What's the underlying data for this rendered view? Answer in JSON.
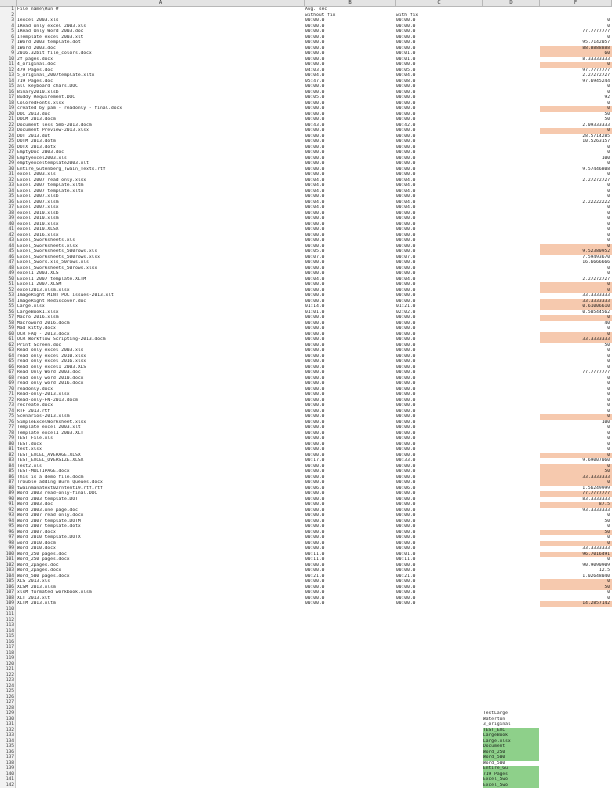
{
  "columns": [
    "A",
    "B",
    "C",
    "D",
    "F"
  ],
  "header_row1": {
    "a": "File name\\Run #",
    "b": "Avg. sec",
    "c": "",
    "d": "",
    "f": ""
  },
  "header_row2": {
    "a": "",
    "b": "without fix",
    "c": "with fix",
    "d": "",
    "f": ""
  },
  "rows": [
    [
      "1excel 2003.xls",
      "00:00.0",
      "00:00.0",
      "",
      "0"
    ],
    [
      "1Read only excel 2003.xls",
      "00:00.0",
      "00:00.0",
      "",
      "0"
    ],
    [
      "1Read Only Word 2003.doc",
      "00:00.0",
      "00:00.0",
      "",
      "77.7777777"
    ],
    [
      "1Template excel 2003.xlt",
      "00:00.0",
      "00:00.0",
      "",
      "0"
    ],
    [
      "1Word 2003 template.dot",
      "00:00.0",
      "00:00.0",
      "",
      "95.7142057"
    ],
    [
      "1Word 2003.doc",
      "00:00.0",
      "00:00.0",
      "",
      "88.8888888"
    ],
    [
      "2016.32bit file_colors.docx",
      "00:00.0",
      "00:01.0",
      "",
      "60"
    ],
    [
      "2f pages.docx",
      "00:00.0",
      "00:01.0",
      "",
      "8.33333333"
    ],
    [
      "4_original.doc",
      "00:00.0",
      "00:00.0",
      "",
      "0"
    ],
    [
      "479 Pages.doc",
      "04:03.0",
      "00:05.0",
      "",
      "97.7777777"
    ],
    [
      "5_original_2007template.xltx",
      "00:04.0",
      "00:04.0",
      "",
      "2.27272727"
    ],
    [
      "719 Pages.doc",
      "05:47.0",
      "00:08.0",
      "",
      "97.6945244"
    ],
    [
      "all keyboard chars.DOC",
      "00:00.0",
      "00:00.0",
      "",
      "0"
    ],
    [
      "Binary2010.xlsb",
      "00:00.0",
      "00:00.0",
      "",
      "0"
    ],
    [
      "Buddy Requirement.DOC",
      "00:05.0",
      "00:00.0",
      "",
      "92"
    ],
    [
      "ColoredFonts.xlsx",
      "00:00.0",
      "00:00.0",
      "",
      "0"
    ],
    [
      "created by pam - readonly - final.docx",
      "00:00.0",
      "00:00.0",
      "",
      "0"
    ],
    [
      "DOC 2013.doc",
      "00:00.0",
      "00:00.0",
      "",
      "50"
    ],
    [
      "DOCM 2013.docm",
      "00:00.0",
      "00:00.0",
      "",
      "50"
    ],
    [
      "Document less 5mb-2013.docm",
      "00:43.0",
      "00:42.0",
      "",
      "2.09333333"
    ],
    [
      "Document Preview-2013.xlsx",
      "00:00.0",
      "00:00.0",
      "",
      "0"
    ],
    [
      "DOT 2013.dot",
      "00:00.0",
      "00:00.0",
      "",
      "28.5714285"
    ],
    [
      "DOTM 2013.dotm",
      "00:00.0",
      "00:00.0",
      "",
      "10.5263157"
    ],
    [
      "DOTX 2013.dotx",
      "00:00.0",
      "00:00.0",
      "",
      "0"
    ],
    [
      "EmptyDoc 2003.doc",
      "00:00.0",
      "00:00.0",
      "",
      "0"
    ],
    [
      "Emptyexcel2003.xls",
      "00:00.0",
      "00:00.0",
      "",
      "100"
    ],
    [
      "emptyexceltemplate2003.xlt",
      "00:00.0",
      "00:00.0",
      "",
      "0"
    ],
    [
      "Entire_Gutenberg_Twain_Texts.rtf",
      "00:00.0",
      "00:00.0",
      "",
      "9.57446808"
    ],
    [
      "excel 2003.xls",
      "00:00.0",
      "00:00.0",
      "",
      "0"
    ],
    [
      "Excel 2007 read only.xlsx",
      "00:04.0",
      "00:04.0",
      "",
      "2.27272727"
    ],
    [
      "Excel 2007 template.xltm",
      "00:04.0",
      "00:04.0",
      "",
      "0"
    ],
    [
      "Excel 2007 template.xltx",
      "00:04.0",
      "00:04.0",
      "",
      "0"
    ],
    [
      "Excel 2007.xlsb",
      "00:00.0",
      "00:00.0",
      "",
      "0"
    ],
    [
      "Excel 2007.xlsm",
      "00:04.0",
      "00:04.0",
      "",
      "2.22222222"
    ],
    [
      "Excel 2007.xlsx",
      "00:04.0",
      "00:04.0",
      "",
      "0"
    ],
    [
      "excel 2010.xlsb",
      "00:00.0",
      "00:00.0",
      "",
      "0"
    ],
    [
      "excel 2010.xlsm",
      "00:00.0",
      "00:00.0",
      "",
      "0"
    ],
    [
      "excel 2010.xlsx",
      "00:00.0",
      "00:00.0",
      "",
      "0"
    ],
    [
      "excel 2010.XLSX",
      "00:00.0",
      "00:00.0",
      "",
      "0"
    ],
    [
      "excel 2016.xlsx",
      "00:00.0",
      "00:00.0",
      "",
      "0"
    ],
    [
      "Excel_5worksheets.xls",
      "00:00.0",
      "00:00.0",
      "",
      "0"
    ],
    [
      "Excel_5worksheets.xlsx",
      "00:00.0",
      "00:00.0",
      "",
      "0"
    ],
    [
      "Excel_5worksheets_500rows.xls",
      "00:05.0",
      "00:00.0",
      "",
      "9.52380952"
    ],
    [
      "Excel_5worksheets_500rows.xlsx",
      "00:07.0",
      "00:07.0",
      "",
      "7.59493670"
    ],
    [
      "Excel_5wors.xls_50rows.xls",
      "00:00.0",
      "00:00.0",
      "",
      "16.6666666"
    ],
    [
      "Excel_5worksheets_50rows.xlsx",
      "00:00.0",
      "00:00.0",
      "",
      "0"
    ],
    [
      "excel1 2003.XLS",
      "00:00.0",
      "00:00.0",
      "",
      "0"
    ],
    [
      "Excel1 2007 template.XLTM",
      "00:04.0",
      "00:04.0",
      "",
      "2.27272727"
    ],
    [
      "Excel1 2007.XLSM",
      "00:00.0",
      "00:00.0",
      "",
      "0"
    ],
    [
      "excel2013.xlsm.xlsx",
      "00:00.0",
      "00:00.0",
      "",
      "0"
    ],
    [
      "ImageRight MINT POC issues-2013.xlt",
      "00:00.0",
      "00:00.0",
      "",
      "33.3333333"
    ],
    [
      "ImageRight Rediscover.doc",
      "00:00.0",
      "00:00.0",
      "",
      "33.3333333"
    ],
    [
      "Large.xlsx",
      "01:14.0",
      "01:21.0",
      "",
      "0.61006610"
    ],
    [
      "LargeBook1.xlsx",
      "01:01.0",
      "02:02.0",
      "",
      "0.50544562"
    ],
    [
      "Macro 2016.xlsm",
      "00:00.0",
      "00:00.0",
      "",
      "0"
    ],
    [
      "Macroword 2016.docm",
      "00:00.0",
      "00:00.0",
      "",
      "40"
    ],
    [
      "Mad kitty.docx",
      "00:00.0",
      "00:00.0",
      "",
      "0"
    ],
    [
      "OCR FAQ - 2013.docx",
      "00:00.0",
      "00:00.0",
      "",
      "0"
    ],
    [
      "OCR Workflow Scripting-2013.docm",
      "00:00.0",
      "00:00.0",
      "",
      "33.3333333"
    ],
    [
      "Print Screen.doc",
      "00:00.0",
      "00:00.0",
      "",
      "50"
    ],
    [
      "Read only excel 2003.xls",
      "00:00.0",
      "00:00.0",
      "",
      "0"
    ],
    [
      "read only excel 2010.xlsx",
      "00:00.0",
      "00:00.0",
      "",
      "0"
    ],
    [
      "read only excel 2016.xlsx",
      "00:00.0",
      "00:00.0",
      "",
      "0"
    ],
    [
      "Read only excel1 2003.XLS",
      "00:00.0",
      "00:00.0",
      "",
      "0"
    ],
    [
      "Read Only Word 2003.doc",
      "00:00.0",
      "00:00.0",
      "",
      "77.7777777"
    ],
    [
      "read only word 2010.docx",
      "00:00.0",
      "00:00.0",
      "",
      "0"
    ],
    [
      "read only word 2016.docx",
      "00:00.0",
      "00:00.0",
      "",
      "0"
    ],
    [
      "readonly.docx",
      "00:00.0",
      "00:00.0",
      "",
      "0"
    ],
    [
      "Read-only-2013.xlsx",
      "00:00.0",
      "00:00.0",
      "",
      "0"
    ],
    [
      "Read-only-FN-2013.docm",
      "00:00.0",
      "00:00.0",
      "",
      "0"
    ],
    [
      "recreate.docx",
      "00:00.0",
      "00:00.0",
      "",
      "0"
    ],
    [
      "RTF 2013.rtf",
      "00:00.0",
      "00:00.0",
      "",
      "0"
    ],
    [
      "Scenarios-2013.xlsm",
      "00:00.0",
      "00:00.0",
      "",
      "0"
    ],
    [
      "SimpleExcelWorksheet.xlsx",
      "00:00.0",
      "00:00.0",
      "",
      "100"
    ],
    [
      "Template excel 2003.xlt",
      "00:00.0",
      "00:00.0",
      "",
      "0"
    ],
    [
      "Template excel1 2003.XLT",
      "00:00.0",
      "00:00.0",
      "",
      "0"
    ],
    [
      "TEST File.xls",
      "00:00.0",
      "00:00.0",
      "",
      "0"
    ],
    [
      "TEST.docx",
      "00:00.0",
      "00:00.0",
      "",
      "0"
    ],
    [
      "test.xlsx",
      "00:00.0",
      "00:00.0",
      "",
      "0"
    ],
    [
      "TEST_EXCEL_AVERAGE.XLSX",
      "00:00.0",
      "00:00.0",
      "",
      "0"
    ],
    [
      "TEST_EXCEL_OVERSIZE.XLSX",
      "00:17.0",
      "00:33.0",
      "",
      "9.69007060"
    ],
    [
      "Test2.xls",
      "00:00.0",
      "00:00.0",
      "",
      "0"
    ],
    [
      "TEST-MULTIPAGE.docx",
      "00:00.0",
      "00:00.0",
      "",
      "50"
    ],
    [
      "This is a demo file.docm",
      "00:00.0",
      "00:00.0",
      "",
      "33.3333333"
    ],
    [
      "Trouble adding Burn Queues.docx",
      "00:00.0",
      "00:00.0",
      "",
      "0"
    ],
    [
      "twainmanatext02rntent19.rtf.rtf",
      "00:06.0",
      "00:06.0",
      "",
      "1.56249999"
    ],
    [
      "Word 2003 read-only-final.DOC",
      "00:00.0",
      "00:00.0",
      "",
      "77.7777777"
    ],
    [
      "Word 2003 template.DOT",
      "00:00.0",
      "00:00.0",
      "",
      "83.3333333"
    ],
    [
      "Word 2003.doc",
      "00:00.0",
      "00:00.0",
      "",
      "87.5"
    ],
    [
      "Word 2003.one page.doc",
      "00:00.0",
      "00:00.0",
      "",
      "93.3333333"
    ],
    [
      "Word 2007 read only.docx",
      "00:00.0",
      "00:00.0",
      "",
      "0"
    ],
    [
      "Word 2007 template.DOTM",
      "00:00.0",
      "00:00.0",
      "",
      "50"
    ],
    [
      "Word 2007 template.dotx",
      "00:00.0",
      "00:00.0",
      "",
      "0"
    ],
    [
      "Word 2007.docx",
      "00:00.0",
      "00:00.0",
      "",
      "50"
    ],
    [
      "Word 2010 template.DOTX",
      "00:00.0",
      "00:00.0",
      "",
      "0"
    ],
    [
      "word 2010.docm",
      "00:00.0",
      "00:00.0",
      "",
      "0"
    ],
    [
      "Word 2010.docx",
      "00:00.0",
      "00:00.0",
      "",
      "33.3333333"
    ],
    [
      "Word_250 pages.doc",
      "00:11.0",
      "00:01.0",
      "",
      "96.7016491"
    ],
    [
      "Word_250 pages.docx",
      "00:11.0",
      "00:11.0",
      "",
      "0"
    ],
    [
      "Word_2pages.doc",
      "00:00.0",
      "00:00.0",
      "",
      "90.9090909"
    ],
    [
      "Word_2pages.docx",
      "00:00.0",
      "00:00.0",
      "",
      "12.5"
    ],
    [
      "Word_500 pages.docx",
      "00:21.0",
      "00:21.0",
      "",
      "1.02648040"
    ],
    [
      "XLS 2013.xls",
      "00:00.0",
      "00:00.0",
      "",
      "0"
    ],
    [
      "XLSM 2013.xlsm",
      "00:00.0",
      "00:00.0",
      "",
      "50"
    ],
    [
      "xlsM formated workbook.xlsm",
      "00:00.0",
      "00:00.0",
      "",
      "0"
    ],
    [
      "XLT 2013.xlt",
      "00:00.0",
      "00:00.0",
      "",
      "0"
    ],
    [
      "XLTM 2013.xltm",
      "00:00.0",
      "00:00.0",
      "",
      "14.2857142"
    ]
  ],
  "highlight_rows": [
    8,
    9,
    11,
    19,
    23,
    44,
    45,
    51,
    52,
    54,
    55,
    57,
    60,
    61,
    75,
    82,
    84,
    85,
    86,
    87,
    89,
    91,
    96,
    98,
    100,
    105,
    106,
    109,
    111
  ],
  "total_rows": 142,
  "side_list": [
    {
      "row": 129,
      "text": "TestLarge",
      "green": false
    },
    {
      "row": 130,
      "text": "Waterton",
      "green": false
    },
    {
      "row": 131,
      "text": "3_original",
      "green": false
    },
    {
      "row": 132,
      "text": "TEST_EXC",
      "green": true
    },
    {
      "row": 133,
      "text": "LargeBook",
      "green": true
    },
    {
      "row": 134,
      "text": "Large.xlsx",
      "green": true
    },
    {
      "row": 135,
      "text": "Document",
      "green": true
    },
    {
      "row": 136,
      "text": "Word_250",
      "green": true
    },
    {
      "row": 137,
      "text": "Word_500",
      "green": true
    },
    {
      "row": 138,
      "text": "Word_500",
      "green": false
    },
    {
      "row": 139,
      "text": "Entire_Gu",
      "green": true
    },
    {
      "row": 140,
      "text": "719 Pages",
      "green": true
    },
    {
      "row": 141,
      "text": "Excel_5wo",
      "green": true
    },
    {
      "row": 142,
      "text": "Excel_5wo",
      "green": true
    }
  ],
  "colors": {
    "highlight": "#f6c9ae",
    "green": "#8ed08a"
  }
}
